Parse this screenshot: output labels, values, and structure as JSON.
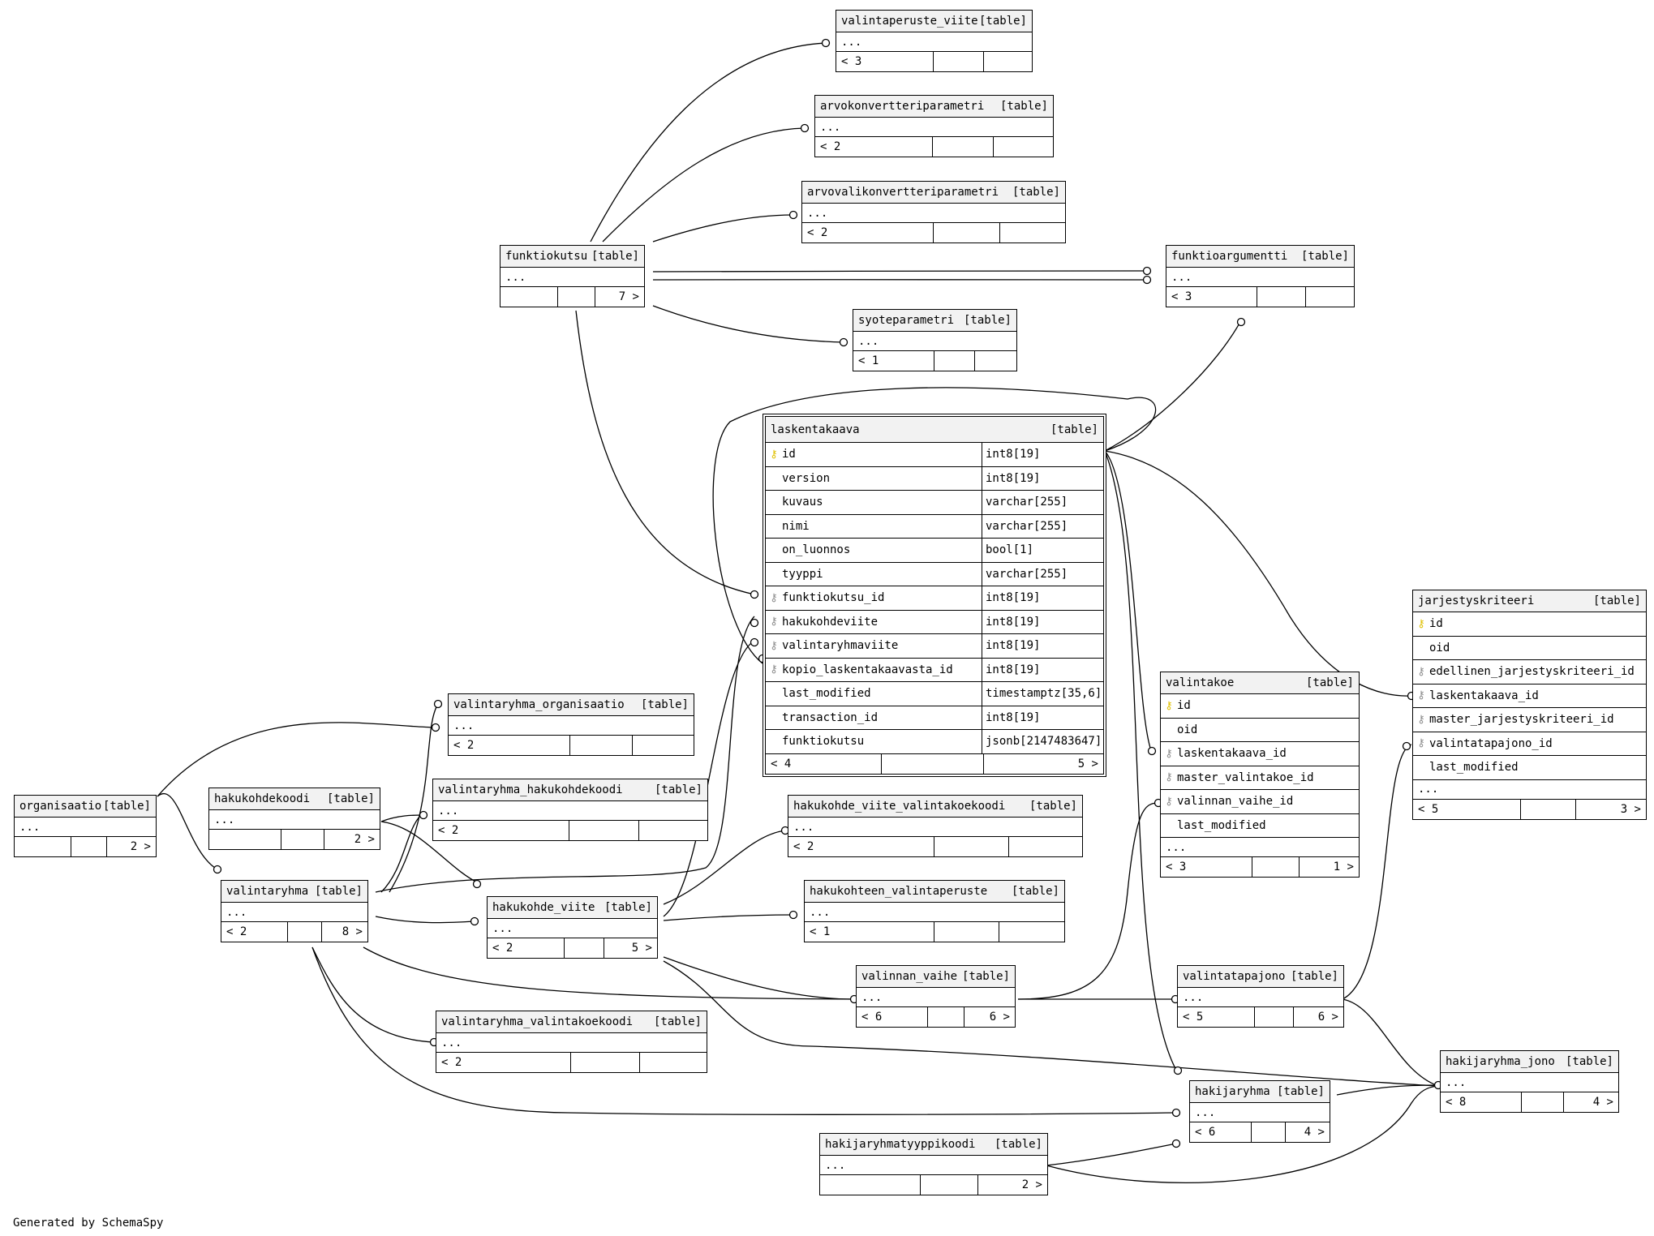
{
  "footer": "Generated by SchemaSpy",
  "kind_label": "[table]",
  "tables": {
    "valintaperuste_viite": {
      "name": "valintaperuste_viite",
      "body": "...",
      "foot": [
        "< 3",
        "",
        ""
      ]
    },
    "arvokonvertteriparametri": {
      "name": "arvokonvertteriparametri",
      "body": "...",
      "foot": [
        "< 2",
        "",
        ""
      ]
    },
    "arvovalikonvertteriparametri": {
      "name": "arvovalikonvertteriparametri",
      "body": "...",
      "foot": [
        "< 2",
        "",
        ""
      ]
    },
    "funktiokutsu": {
      "name": "funktiokutsu",
      "body": "...",
      "foot": [
        "",
        "",
        "7 >"
      ]
    },
    "funktioargumentti": {
      "name": "funktioargumentti",
      "body": "...",
      "foot": [
        "< 3",
        "",
        ""
      ]
    },
    "syoteparametri": {
      "name": "syoteparametri",
      "body": "...",
      "foot": [
        "< 1",
        "",
        ""
      ]
    },
    "valintaryhma_organisaatio": {
      "name": "valintaryhma_organisaatio",
      "body": "...",
      "foot": [
        "< 2",
        "",
        ""
      ]
    },
    "valintaryhma_hakukohdekoodi": {
      "name": "valintaryhma_hakukohdekoodi",
      "body": "...",
      "foot": [
        "< 2",
        "",
        ""
      ]
    },
    "organisaatio": {
      "name": "organisaatio",
      "body": "...",
      "foot": [
        "",
        "",
        "2 >"
      ]
    },
    "hakukohdekoodi": {
      "name": "hakukohdekoodi",
      "body": "...",
      "foot": [
        "",
        "",
        "2 >"
      ]
    },
    "valintaryhma": {
      "name": "valintaryhma",
      "body": "...",
      "foot": [
        "< 2",
        "",
        "8 >"
      ]
    },
    "hakukohde_viite": {
      "name": "hakukohde_viite",
      "body": "...",
      "foot": [
        "< 2",
        "",
        "5 >"
      ]
    },
    "hakukohde_viite_valintakoekoodi": {
      "name": "hakukohde_viite_valintakoekoodi",
      "body": "...",
      "foot": [
        "< 2",
        "",
        ""
      ]
    },
    "hakukohteen_valintaperuste": {
      "name": "hakukohteen_valintaperuste",
      "body": "...",
      "foot": [
        "< 1",
        "",
        ""
      ]
    },
    "valinnan_vaihe": {
      "name": "valinnan_vaihe",
      "body": "...",
      "foot": [
        "< 6",
        "",
        "6 >"
      ]
    },
    "valintatapajono": {
      "name": "valintatapajono",
      "body": "...",
      "foot": [
        "< 5",
        "",
        "6 >"
      ]
    },
    "valintaryhma_valintakoekoodi": {
      "name": "valintaryhma_valintakoekoodi",
      "body": "...",
      "foot": [
        "< 2",
        "",
        ""
      ]
    },
    "hakijaryhma": {
      "name": "hakijaryhma",
      "body": "...",
      "foot": [
        "< 6",
        "",
        "4 >"
      ]
    },
    "hakijaryhma_jono": {
      "name": "hakijaryhma_jono",
      "body": "...",
      "foot": [
        "< 8",
        "",
        "4 >"
      ]
    },
    "hakijaryhmatyyppikoodi": {
      "name": "hakijaryhmatyyppikoodi",
      "body": "...",
      "foot": [
        "",
        "",
        "2 >"
      ]
    }
  },
  "laskentakaava": {
    "name": "laskentakaava",
    "columns": [
      {
        "name": "id",
        "type": "int8[19]",
        "key": "pk"
      },
      {
        "name": "version",
        "type": "int8[19]",
        "key": ""
      },
      {
        "name": "kuvaus",
        "type": "varchar[255]",
        "key": ""
      },
      {
        "name": "nimi",
        "type": "varchar[255]",
        "key": ""
      },
      {
        "name": "on_luonnos",
        "type": "bool[1]",
        "key": ""
      },
      {
        "name": "tyyppi",
        "type": "varchar[255]",
        "key": ""
      },
      {
        "name": "funktiokutsu_id",
        "type": "int8[19]",
        "key": "fk"
      },
      {
        "name": "hakukohdeviite",
        "type": "int8[19]",
        "key": "fk"
      },
      {
        "name": "valintaryhmaviite",
        "type": "int8[19]",
        "key": "fk"
      },
      {
        "name": "kopio_laskentakaavasta_id",
        "type": "int8[19]",
        "key": "fk"
      },
      {
        "name": "last_modified",
        "type": "timestamptz[35,6]",
        "key": ""
      },
      {
        "name": "transaction_id",
        "type": "int8[19]",
        "key": ""
      },
      {
        "name": "funktiokutsu",
        "type": "jsonb[2147483647]",
        "key": ""
      }
    ],
    "foot": [
      "< 4",
      "",
      "5 >"
    ]
  },
  "jarjestyskriteeri": {
    "name": "jarjestyskriteeri",
    "columns": [
      {
        "name": "id",
        "key": "pk"
      },
      {
        "name": "oid",
        "key": ""
      },
      {
        "name": "edellinen_jarjestyskriteeri_id",
        "key": "fk"
      },
      {
        "name": "laskentakaava_id",
        "key": "fk"
      },
      {
        "name": "master_jarjestyskriteeri_id",
        "key": "fk"
      },
      {
        "name": "valintatapajono_id",
        "key": "fk"
      },
      {
        "name": "last_modified",
        "key": ""
      }
    ],
    "body": "...",
    "foot": [
      "< 5",
      "",
      "3 >"
    ]
  },
  "valintakoe": {
    "name": "valintakoe",
    "columns": [
      {
        "name": "id",
        "key": "pk"
      },
      {
        "name": "oid",
        "key": ""
      },
      {
        "name": "laskentakaava_id",
        "key": "fk"
      },
      {
        "name": "master_valintakoe_id",
        "key": "fk"
      },
      {
        "name": "valinnan_vaihe_id",
        "key": "fk"
      },
      {
        "name": "last_modified",
        "key": ""
      }
    ],
    "body": "...",
    "foot": [
      "< 3",
      "",
      "1 >"
    ]
  }
}
